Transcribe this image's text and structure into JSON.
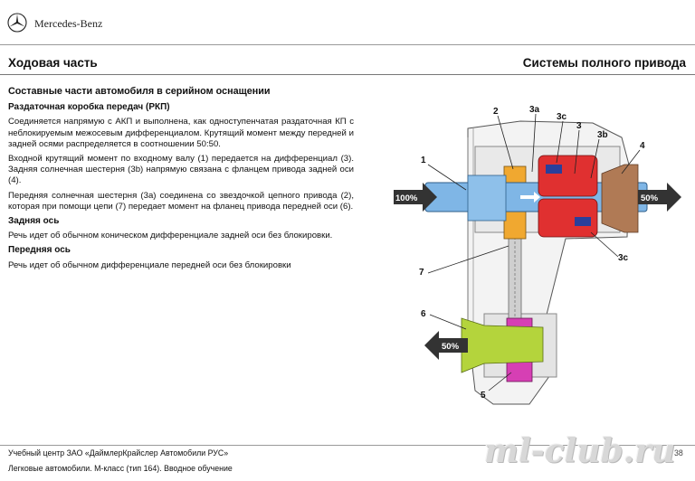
{
  "header": {
    "brand": "Mercedes-Benz",
    "section_left": "Ходовая часть",
    "section_right": "Системы полного привода"
  },
  "content": {
    "heading": "Составные части автомобиля в серийном оснащении",
    "subheading_transfer": "Раздаточная коробка передач (РКП)",
    "para1": "Соединяется напрямую с АКП и выполнена, как одноступенчатая раздаточная КП с неблокируемым межосевым дифференциалом. Крутящий момент между передней и задней осями распределяется в соотношении 50:50.",
    "para2": "Входной крутящий момент по входному валу (1) передается на дифференциал (3). Задняя солнечная шестерня (3b) напрямую связана с фланцем привода задней оси (4).",
    "para3": "Передняя солнечная шестерня (3a) соединена со звездочкой цепного привода (2), которая при помощи цепи (7) передает момент на фланец привода передней оси (6).",
    "subheading_rear": "Задняя ось",
    "para_rear": "Речь идет об обычном коническом дифференциале задней оси без блокировки.",
    "subheading_front": "Передняя ось",
    "para_front": "Речь идет об обычном дифференциале передней оси без блокировки"
  },
  "diagram": {
    "labels": {
      "l1": "1",
      "l2": "2",
      "l3a": "3a",
      "l3c_top": "3c",
      "l3": "3",
      "l3b": "3b",
      "l4": "4",
      "l7": "7",
      "l3c_bottom": "3c",
      "l6": "6",
      "l5": "5"
    },
    "arrow_in": "100%",
    "arrow_out_rear": "50%",
    "arrow_out_front": "50%",
    "colors": {
      "input_shaft": "#7fb6e6",
      "chain_sprocket": "#f0a830",
      "differential": "#e03030",
      "rear_flange": "#b07a55",
      "front_flange": "#b4d43c",
      "lower_sprocket": "#d63fb4",
      "arrow": "#333333"
    }
  },
  "footer": {
    "line1": "Учебный центр ЗАО «ДаймлерКрайслер Автомобили РУС»",
    "line2": "Легковые автомобили. М-класс (тип 164). Вводное обучение",
    "page": "38"
  },
  "watermark": "ml-club.ru"
}
